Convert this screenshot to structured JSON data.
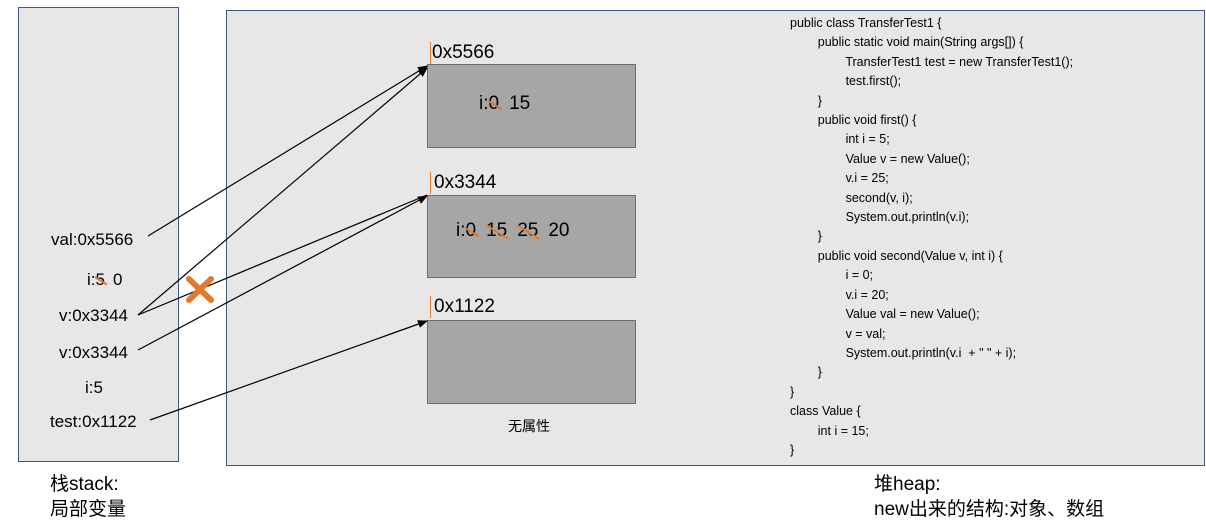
{
  "stack": {
    "vars": [
      {
        "id": "val",
        "text": "val:0x5566"
      },
      {
        "id": "i-first-prefix",
        "text": "i:"
      },
      {
        "id": "i-first-old",
        "text": "5"
      },
      {
        "id": "i-first-new",
        "text": "0"
      },
      {
        "id": "v-second",
        "text": "v:0x3344"
      },
      {
        "id": "v-first",
        "text": "v:0x3344"
      },
      {
        "id": "i-main",
        "text": "i:5"
      },
      {
        "id": "test",
        "text": "test:0x1122"
      }
    ],
    "caption_line1": "栈stack:",
    "caption_line2": "局部变量"
  },
  "heap": {
    "objects": [
      {
        "address": "0x5566",
        "fields": [
          {
            "text": "i:"
          },
          {
            "text": "0",
            "struck": true
          },
          {
            "text": "15"
          }
        ]
      },
      {
        "address": "0x3344",
        "fields": [
          {
            "text": "i:"
          },
          {
            "text": "0",
            "struck": true
          },
          {
            "text": "15",
            "struck": true
          },
          {
            "text": "25",
            "struck": true
          },
          {
            "text": "20"
          }
        ]
      },
      {
        "address": "0x1122",
        "fields": []
      }
    ],
    "no_attribute_label": "无属性",
    "caption_line1": "堆heap:",
    "caption_line2": "new出来的结构:对象、数组"
  },
  "code": [
    "public class TransferTest1 {",
    "        public static void main(String args[]) {",
    "                TransferTest1 test = new TransferTest1();",
    "                test.first();",
    "        }",
    "        public void first() {",
    "                int i = 5;",
    "                Value v = new Value();",
    "                v.i = 25;",
    "                second(v, i);",
    "                System.out.println(v.i);",
    "        }",
    "        public void second(Value v, int i) {",
    "                i = 0;",
    "                v.i = 20;",
    "                Value val = new Value();",
    "                v = val;",
    "                System.out.println(v.i  + \" \" + i);",
    "        }",
    "}",
    "class Value {",
    "        int i = 15;",
    "}"
  ],
  "colors": {
    "accent_orange": "#e07a2e",
    "panel_border": "#3f5a7f",
    "object_fill": "#a6a6a6"
  }
}
